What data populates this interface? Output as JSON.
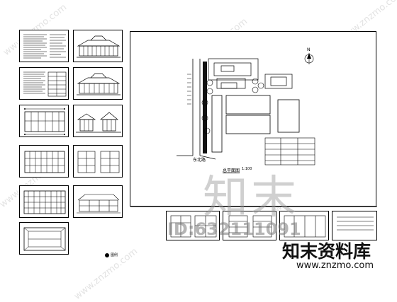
{
  "watermark": {
    "site_url": "www.znzmo.com",
    "brand_large": "知末",
    "brand_cn": "知末资料库",
    "id_label": "ID:632111091"
  },
  "site_plan": {
    "title": "总平面图",
    "scale": "1:100",
    "north": "N",
    "road_label": "东北路"
  },
  "legend_mark": "图例"
}
